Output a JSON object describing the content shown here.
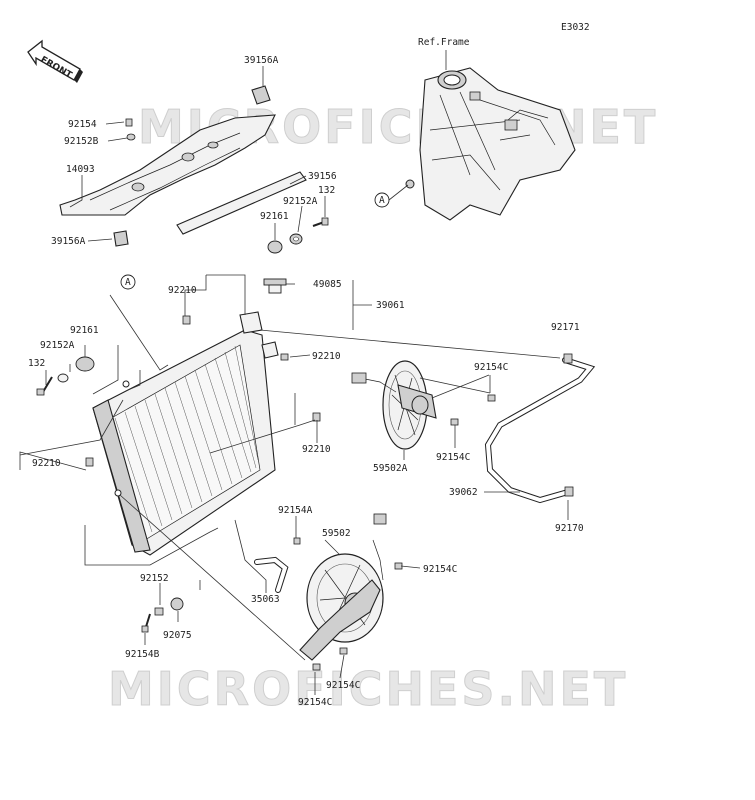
{
  "diagram": {
    "code": "E3032",
    "ref_frame_label": "Ref.Frame",
    "front_label": "FRONT",
    "watermark": "MICROFICHES.NET",
    "marker_a": "A"
  },
  "labels": [
    {
      "id": "39156A-top",
      "text": "39156A"
    },
    {
      "id": "92154-top",
      "text": "92154"
    },
    {
      "id": "92152B",
      "text": "92152B"
    },
    {
      "id": "14093",
      "text": "14093"
    },
    {
      "id": "39156",
      "text": "39156"
    },
    {
      "id": "92152A-top",
      "text": "92152A"
    },
    {
      "id": "132-top",
      "text": "132"
    },
    {
      "id": "92161-top",
      "text": "92161"
    },
    {
      "id": "39156A-bot",
      "text": "39156A"
    },
    {
      "id": "49085",
      "text": "49085"
    },
    {
      "id": "92210-a",
      "text": "92210"
    },
    {
      "id": "39061",
      "text": "39061"
    },
    {
      "id": "92161-left",
      "text": "92161"
    },
    {
      "id": "92152A-left",
      "text": "92152A"
    },
    {
      "id": "132-left",
      "text": "132"
    },
    {
      "id": "92171",
      "text": "92171"
    },
    {
      "id": "92210-b",
      "text": "92210"
    },
    {
      "id": "92154C-a",
      "text": "92154C"
    },
    {
      "id": "92210-c",
      "text": "92210"
    },
    {
      "id": "92154C-b",
      "text": "92154C"
    },
    {
      "id": "59502A",
      "text": "59502A"
    },
    {
      "id": "92210-d",
      "text": "92210"
    },
    {
      "id": "39062",
      "text": "39062"
    },
    {
      "id": "92170",
      "text": "92170"
    },
    {
      "id": "92154A",
      "text": "92154A"
    },
    {
      "id": "59502",
      "text": "59502"
    },
    {
      "id": "92154C-c",
      "text": "92154C"
    },
    {
      "id": "35063",
      "text": "35063"
    },
    {
      "id": "92152-bot",
      "text": "92152"
    },
    {
      "id": "92075",
      "text": "92075"
    },
    {
      "id": "92154B",
      "text": "92154B"
    },
    {
      "id": "92154C-d",
      "text": "92154C"
    },
    {
      "id": "92154C-e",
      "text": "92154C"
    }
  ]
}
